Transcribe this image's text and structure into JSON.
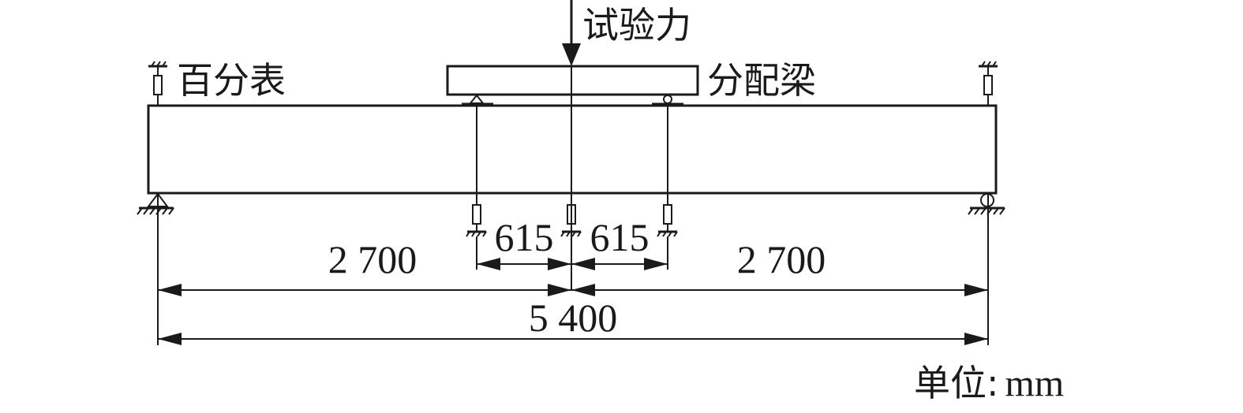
{
  "labels": {
    "test_force": "试验力",
    "dial_gauge": "百分表",
    "distribution_beam": "分配梁"
  },
  "dimensions": {
    "inner_left": "615",
    "inner_right": "615",
    "half_left": "2 700",
    "half_right": "2 700",
    "total": "5 400"
  },
  "unit": {
    "prefix": "单位:",
    "value": "mm"
  }
}
